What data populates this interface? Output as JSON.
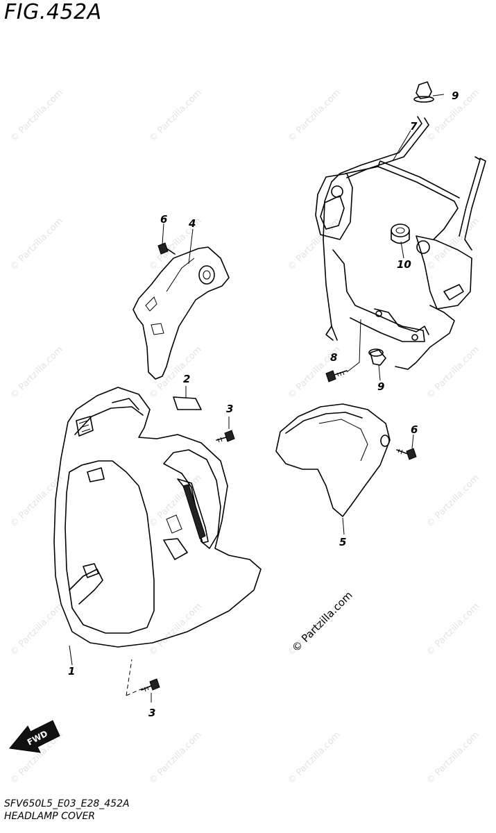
{
  "figure": {
    "title": "FIG.452A",
    "code": "SFV650L5_E03_E28_452A",
    "caption": "HEADLAMP COVER",
    "watermark": "© Partzilla.com",
    "fwd_label": "FWD"
  },
  "callouts": [
    "1",
    "2",
    "3",
    "3",
    "4",
    "5",
    "6",
    "6",
    "7",
    "8",
    "9",
    "9",
    "10"
  ]
}
